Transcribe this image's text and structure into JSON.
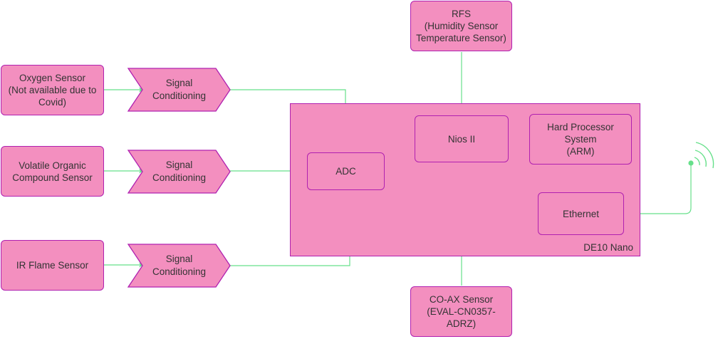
{
  "sensors": {
    "oxygen": [
      "Oxygen Sensor",
      "(Not available due to",
      "Covid)"
    ],
    "voc": [
      "Volatile Organic",
      "Compound Sensor"
    ],
    "ir_flame": [
      "IR Flame Sensor"
    ],
    "rfs": [
      "RFS",
      "(Humidity Sensor",
      "Temperature Sensor)"
    ],
    "coax": [
      "CO-AX Sensor",
      "(EVAL-CN0357-",
      "ADRZ)"
    ]
  },
  "signal_conditioning": [
    "Signal",
    "Conditioning"
  ],
  "board": {
    "label": "DE10 Nano",
    "adc": "ADC",
    "nios": "Nios II",
    "hps": [
      "Hard Processor",
      "System",
      "(ARM)"
    ],
    "ethernet": "Ethernet"
  },
  "colors": {
    "box_fill": "#f38fbf",
    "box_stroke": "#b020b0",
    "wire": "#66e08a",
    "text": "#333333"
  },
  "icons": {
    "antenna": "wifi-signal-icon"
  }
}
